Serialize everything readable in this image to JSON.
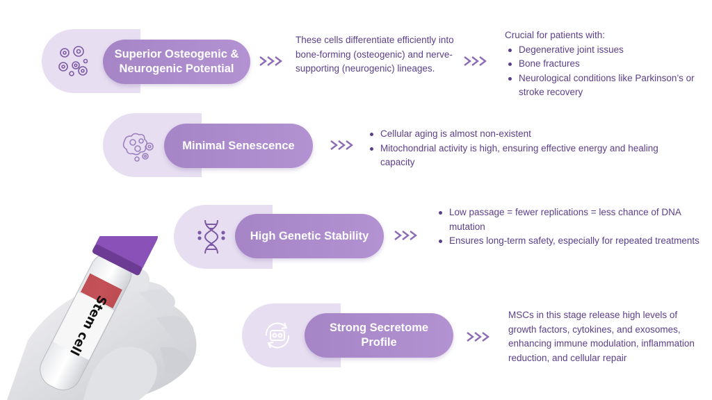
{
  "colors": {
    "accent": "#a585c6",
    "text": "#5a3f8a",
    "badge": "#e7def1",
    "cap": "#8a52b8"
  },
  "items": [
    {
      "title": "Superior Osteogenic & Neurogenic Potential",
      "icon": "cells-icon",
      "description": "These cells differentiate efficiently into bone-forming (osteogenic) and nerve-supporting (neurogenic) lineages.",
      "detail_heading": "Crucial for patients with:",
      "detail_bullets": [
        "Degenerative joint issues",
        "Bone fractures",
        "Neurological conditions like Parkinson’s or stroke recovery"
      ]
    },
    {
      "title": "Minimal Senescence",
      "icon": "cell-cluster-icon",
      "bullets": [
        "Cellular aging is almost non-existent",
        "Mitochondrial activity is high, ensuring effective energy and healing capacity"
      ]
    },
    {
      "title": "High Genetic Stability",
      "icon": "dna-icon",
      "bullets": [
        "Low passage = fewer replications = less chance of DNA mutation",
        "Ensures long-term safety, especially for repeated treatments"
      ]
    },
    {
      "title": "Strong Secretome Profile",
      "icon": "secretome-icon",
      "description": "MSCs in this stage release high levels of growth factors, cytokines, and exosomes, enhancing immune modulation, inflammation reduction, and cellular repair"
    }
  ],
  "tube_label": "Stem cell"
}
